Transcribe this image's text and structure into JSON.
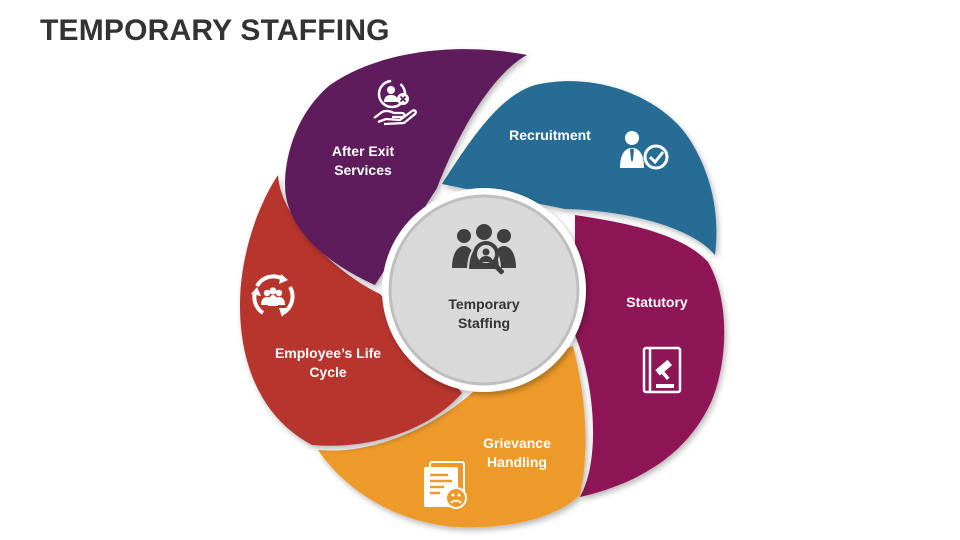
{
  "title": "TEMPORARY STAFFING",
  "center": {
    "label_line1": "Temporary",
    "label_line2": "Staffing",
    "icon": "search-people-icon"
  },
  "segments": [
    {
      "id": "recruitment",
      "line1": "Recruitment",
      "line2": "",
      "color": "#276C94",
      "icon": "employee-check-icon"
    },
    {
      "id": "statutory",
      "line1": "Statutory",
      "line2": "",
      "color": "#8E1656",
      "icon": "law-book-gavel-icon"
    },
    {
      "id": "grievance",
      "line1": "Grievance",
      "line2": "Handling",
      "color": "#EE9A2B",
      "icon": "complaint-document-icon"
    },
    {
      "id": "lifecycle",
      "line1": "Employee’s Life",
      "line2": "Cycle",
      "color": "#B8352E",
      "icon": "people-cycle-icon"
    },
    {
      "id": "after-exit",
      "line1": "After Exit",
      "line2": "Services",
      "color": "#5E1C5C",
      "icon": "hand-person-exit-icon"
    }
  ],
  "center_color": "#D9D9D9",
  "center_border": "#BFBFBF"
}
